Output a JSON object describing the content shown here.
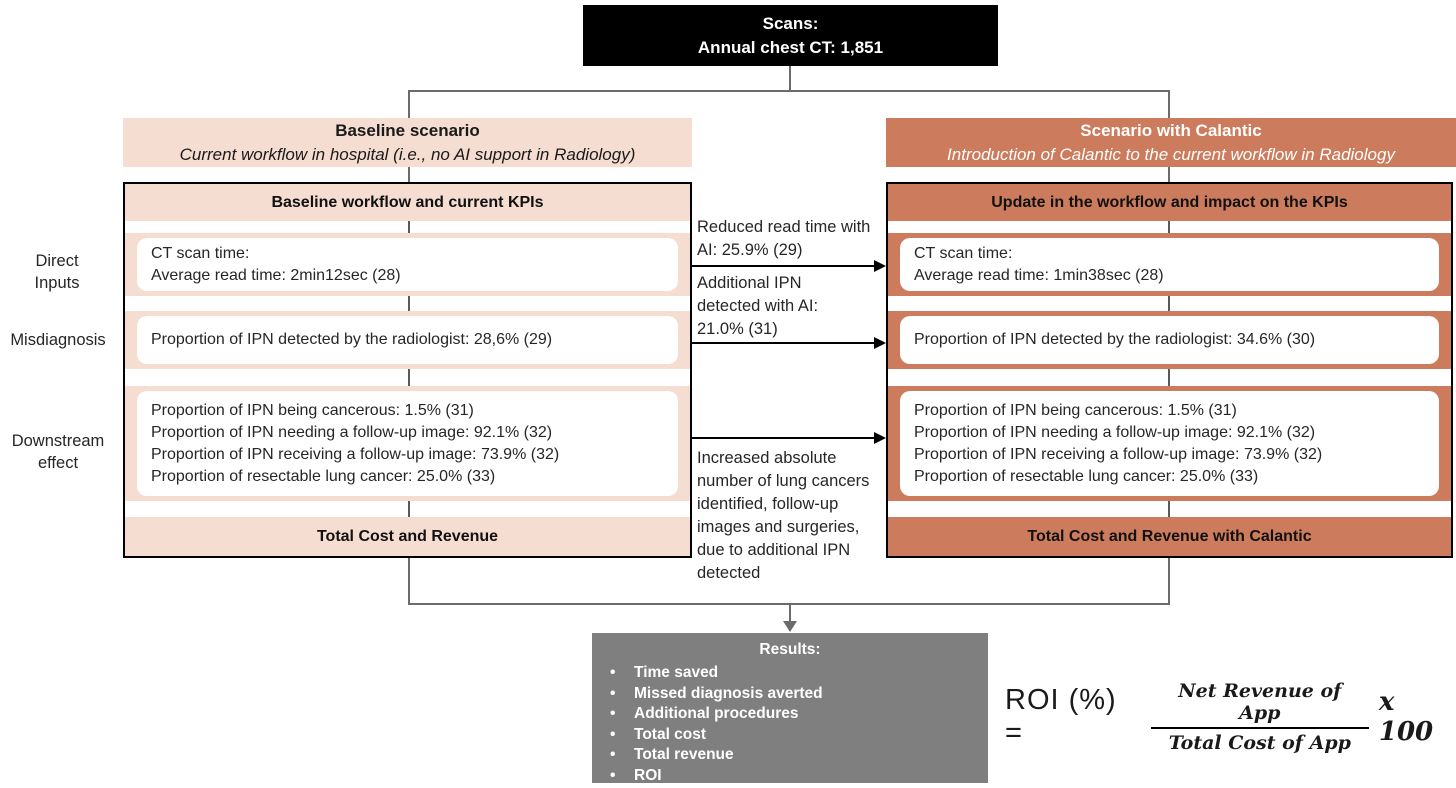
{
  "scans": {
    "line1": "Scans:",
    "line2": "Annual chest CT: 1,851"
  },
  "side_labels": [
    "Direct Inputs",
    "Misdiagnosis",
    "Downstream effect"
  ],
  "left": {
    "scenario_title": "Baseline scenario",
    "scenario_subtitle": "Current workflow in hospital (i.e., no AI support in Radiology)",
    "box_header": "Baseline workflow and current KPIs",
    "direct_inputs": [
      "CT scan time:",
      "Average read time: 2min12sec (28)"
    ],
    "misdiagnosis": [
      "Proportion of IPN detected by the radiologist: 28,6% (29)"
    ],
    "downstream": [
      "Proportion of IPN being cancerous: 1.5% (31)",
      "Proportion of IPN needing a follow-up image: 92.1% (32)",
      "Proportion of IPN receiving a follow-up image: 73.9% (32)",
      "Proportion of resectable lung cancer: 25.0% (33)"
    ],
    "footer": "Total Cost and Revenue"
  },
  "right": {
    "scenario_title": "Scenario with Calantic",
    "scenario_subtitle": "Introduction of Calantic to the current workflow in Radiology",
    "box_header": "Update in the workflow and impact on the KPIs",
    "direct_inputs": [
      "CT scan time:",
      "Average read time: 1min38sec (28)"
    ],
    "misdiagnosis": [
      "Proportion of IPN detected by the radiologist: 34.6% (30)"
    ],
    "downstream": [
      "Proportion of IPN being cancerous: 1.5% (31)",
      "Proportion of IPN needing a follow-up image: 92.1% (32)",
      "Proportion of IPN receiving a follow-up image: 73.9% (32)",
      "Proportion of resectable lung cancer: 25.0% (33)"
    ],
    "footer": "Total Cost and Revenue with Calantic"
  },
  "middle": {
    "arrow1_label": "Reduced read time with AI: 25.9% (29)",
    "arrow2_label": "Additional IPN detected with AI: 21.0% (31)",
    "arrow3_label": "Increased absolute number of lung cancers identified, follow-up images and surgeries, due to additional IPN detected"
  },
  "results": {
    "title": "Results:",
    "items": [
      "Time saved",
      "Missed diagnosis averted",
      "Additional procedures",
      "Total cost",
      "Total revenue",
      "ROI"
    ]
  },
  "roi": {
    "lhs": "ROI (%) =",
    "numerator": "Net Revenue of App",
    "denominator": "Total Cost of App",
    "suffix": "x 100"
  },
  "colors": {
    "pink_light": "#f6ddd2",
    "orange": "#cc7b5c",
    "results_gray": "#7f7f7f",
    "connector_gray": "#6b6b6b",
    "black": "#000000",
    "white": "#ffffff"
  }
}
